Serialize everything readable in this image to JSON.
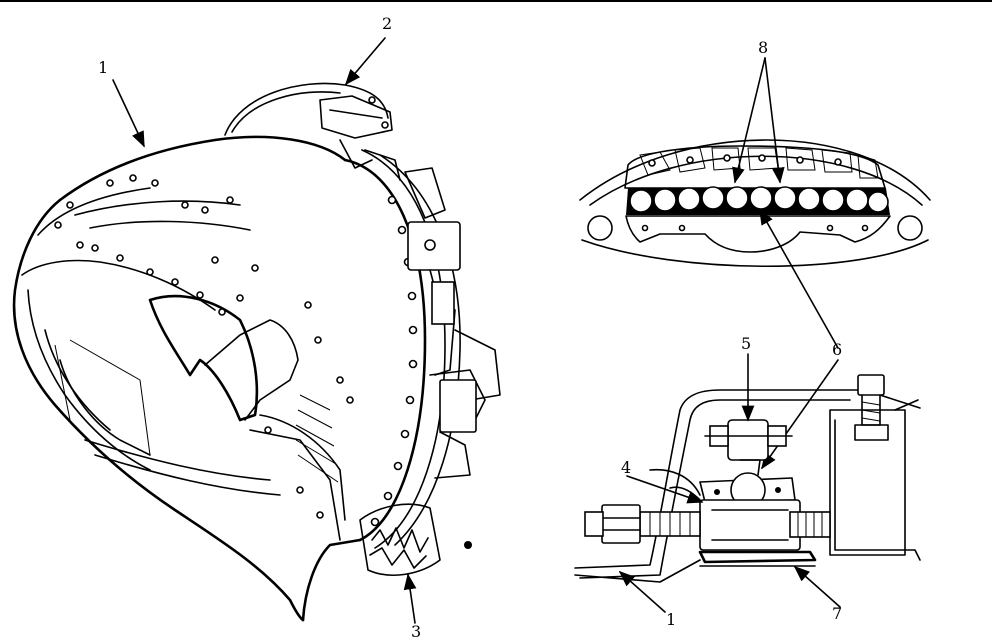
{
  "callouts": {
    "c1_left": "1",
    "c2": "2",
    "c3": "3",
    "c4": "4",
    "c5": "5",
    "c6": "6",
    "c7": "7",
    "c8": "8",
    "c1_right": "1"
  }
}
